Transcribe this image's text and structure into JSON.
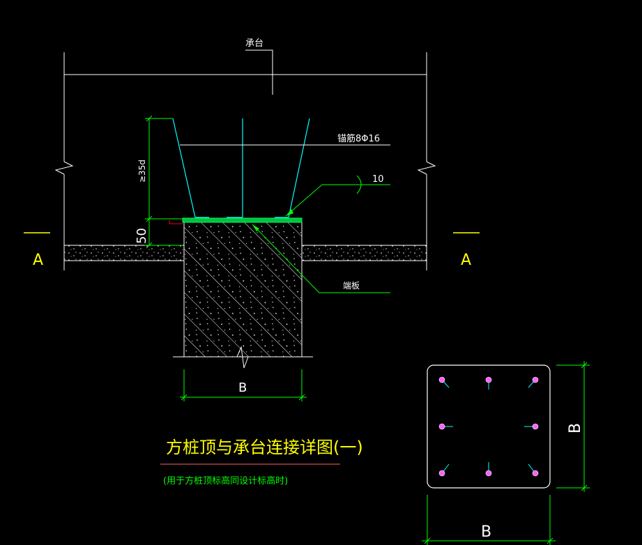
{
  "drawing": {
    "pile_cap_label": "承台",
    "anchor_bar_label": "锚筋8Φ16",
    "embed_length_label": "≥35d",
    "plate_thickness_label": "10",
    "top_offset_label": "50",
    "end_plate_label": "端板",
    "section_left_label": "A",
    "section_right_label": "A",
    "pile_width_label": "B",
    "plan_width_label": "B",
    "plan_height_label": "B",
    "title": "方桩顶与承台连接详图(一)",
    "subtitle": "(用于方桩顶标高同设计标高时)"
  },
  "colors": {
    "background": "#000000",
    "line_white": "#ffffff",
    "dimension_green": "#00ff00",
    "rebar_cyan": "#00ffff",
    "text_yellow": "#ffff00",
    "plate_green": "#00c040",
    "leader_red": "#ff0000",
    "title_underline": "#ff6060",
    "rebar_dot_magenta": "#ff60ff"
  }
}
